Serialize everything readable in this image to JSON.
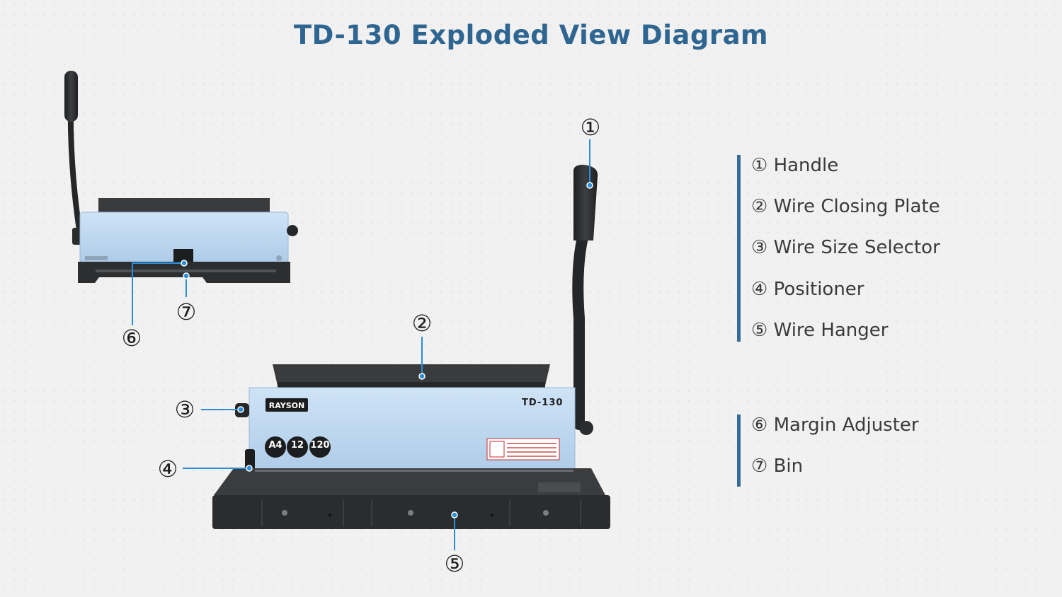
{
  "title": "TD-130 Exploded View Diagram",
  "product": {
    "brand": "RAYSON",
    "model": "TD-130",
    "badges": [
      "A4",
      "12",
      "120"
    ]
  },
  "callouts": [
    {
      "id": 1,
      "label": "①"
    },
    {
      "id": 2,
      "label": "②"
    },
    {
      "id": 3,
      "label": "③"
    },
    {
      "id": 4,
      "label": "④"
    },
    {
      "id": 5,
      "label": "⑤"
    },
    {
      "id": 6,
      "label": "⑥"
    },
    {
      "id": 7,
      "label": "⑦"
    }
  ],
  "legend_groups": [
    {
      "items": [
        "① Handle",
        "② Wire Closing Plate",
        "③ Wire Size Selector",
        "④ Positioner",
        "⑤ Wire Hanger"
      ]
    },
    {
      "items": [
        "⑥ Margin Adjuster",
        "⑦ Bin"
      ]
    }
  ],
  "colors": {
    "accent": "#346b96",
    "title": "#2f6691",
    "callout_line": "#2a8fd8",
    "machine_body": "#b9d6f0",
    "machine_dark": "#2c2e30"
  }
}
